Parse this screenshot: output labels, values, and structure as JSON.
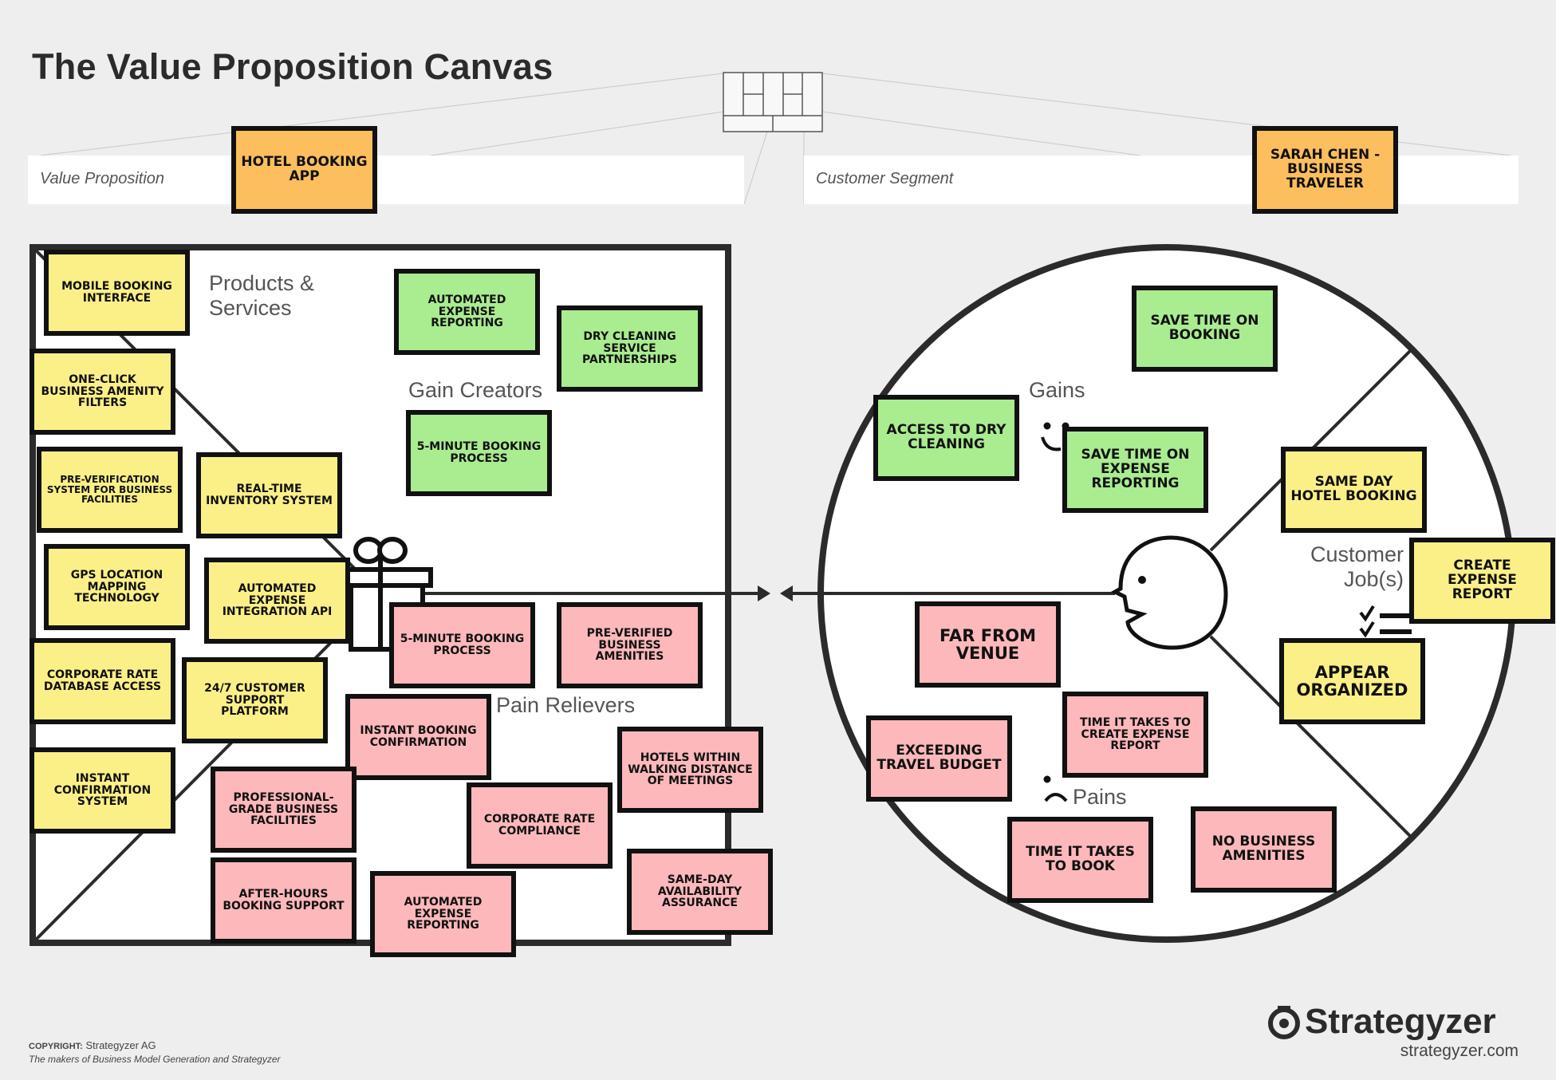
{
  "title": "The Value Proposition Canvas",
  "header": {
    "value_proposition_label": "Value Proposition",
    "value_proposition_note": "Hotel Booking App",
    "customer_segment_label": "Customer Segment",
    "customer_segment_note": "Sarah Chen - Business Traveler"
  },
  "value_map": {
    "labels": {
      "gain_creators": "Gain Creators",
      "products_services_1": "Products &",
      "products_services_2": "Services",
      "pain_relievers": "Pain Relievers"
    },
    "products_services": [
      "Mobile booking interface",
      "One-click business amenity filters",
      "Pre-verification system for business facilities",
      "Real-time inventory system",
      "GPS location mapping technology",
      "Automated expense integration API",
      "Corporate rate database access",
      "24/7 customer support platform",
      "Instant confirmation system"
    ],
    "gain_creators": [
      "Automated expense reporting",
      "Dry cleaning service partnerships",
      "5-minute booking process"
    ],
    "pain_relievers": [
      "5-minute booking process",
      "Pre-verified business amenities",
      "Instant booking confirmation",
      "Hotels within walking distance of meetings",
      "Professional-grade business facilities",
      "Corporate rate compliance",
      "After-hours booking support",
      "Automated expense reporting",
      "Same-day availability assurance"
    ]
  },
  "customer_profile": {
    "labels": {
      "gains": "Gains",
      "pains": "Pains",
      "customer_jobs_1": "Customer",
      "customer_jobs_2": "Job(s)"
    },
    "gains": [
      "Save time on booking",
      "Access to dry cleaning",
      "Save time on expense reporting"
    ],
    "jobs": [
      "Same day hotel booking",
      "Create expense report",
      "Appear organized"
    ],
    "pains": [
      "Far from venue",
      "Exceeding travel budget",
      "Time it takes to create expense report",
      "Time it takes to book",
      "No business amenities"
    ]
  },
  "footer": {
    "copyright_label": "COPYRIGHT:",
    "copyright_holder": "Strategyzer AG",
    "tagline": "The makers of Business Model Generation and Strategyzer",
    "logo": "Strategyzer",
    "site": "strategyzer.com"
  },
  "colors": {
    "products": "#fbf087",
    "gains": "#aaec90",
    "pains": "#fcb8bb",
    "segment": "#fdbe5e"
  }
}
